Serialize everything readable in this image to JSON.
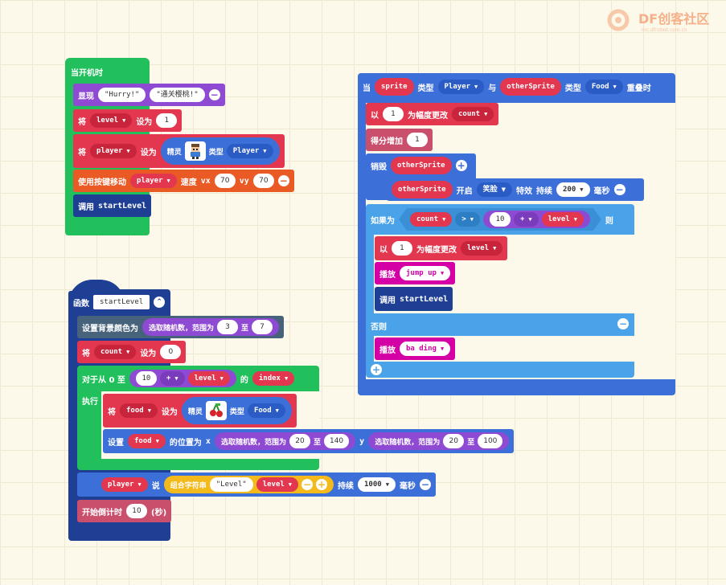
{
  "logo": {
    "text": "DF创客社区",
    "sub": "mc.dfrobot.com.cn"
  },
  "on_start": {
    "hat": "当开机时",
    "show_label": "显现",
    "str1": "\"Hurry!\"",
    "str2": "\"通关樱桃!\"",
    "set_label": "将",
    "var_level": "level",
    "set_to": "设为",
    "level_val": "1",
    "var_player": "player",
    "sprite_label": "精灵",
    "type_label": "类型",
    "type_player": "Player",
    "move_label": "使用按键移动",
    "speed_label": "速度",
    "vx_label": "vx",
    "vx_val": "70",
    "vy_label": "vy",
    "vy_val": "70",
    "call_label": "调用",
    "call_name": "startLevel"
  },
  "func": {
    "hat": "函数",
    "name": "startLevel",
    "bg_label": "设置背景颜色为",
    "rand_label": "选取随机数，范围为",
    "bg_from": "3",
    "to": "至",
    "bg_to": "7",
    "set_label": "将",
    "var_count": "count",
    "set_to": "设为",
    "count_val": "0",
    "for_label": "对于从 0 至",
    "for_val": "10",
    "op_plus": "+",
    "var_level": "level",
    "of": "的",
    "var_index": "index",
    "do_label": "执行",
    "var_food": "food",
    "sprite_label": "精灵",
    "type_label": "类型",
    "type_food": "Food",
    "pos_set": "设置",
    "pos_label": "的位置为",
    "x_label": "x",
    "x_from": "20",
    "x_to": "140",
    "y_label": "y",
    "y_from": "20",
    "y_to": "100",
    "var_player": "player",
    "say_label": "说",
    "join_label": "组合字符串",
    "join_str": "\"Level\"",
    "for_ms": "持续",
    "ms_val": "1000",
    "ms_unit": "毫秒",
    "countdown_label": "开始倒计时",
    "countdown_val": "10",
    "countdown_unit": "(秒)"
  },
  "overlap": {
    "hat_when": "当",
    "var_sprite": "sprite",
    "type_label": "类型",
    "type_player": "Player",
    "and": "与",
    "var_other": "otherSprite",
    "type_food": "Food",
    "overlap_label": "重叠时",
    "change_label": "以",
    "change_val": "1",
    "change_mid": "为幅度更改",
    "var_count": "count",
    "score_label": "得分增加",
    "score_val": "1",
    "destroy_label": "销毁",
    "effect_on": "开启",
    "effect": "笑脸",
    "effect_label": "特效",
    "effect_for": "持续",
    "effect_ms": "200",
    "ms_unit": "毫秒",
    "if_label": "如果为",
    "op_gt": ">",
    "if_val": "10",
    "op_plus": "+",
    "var_level": "level",
    "then": "则",
    "var_level2": "level",
    "play_label": "播放",
    "sound1": "jump up",
    "call_label": "调用",
    "call_name": "startLevel",
    "else_label": "否则",
    "sound2": "ba ding"
  }
}
